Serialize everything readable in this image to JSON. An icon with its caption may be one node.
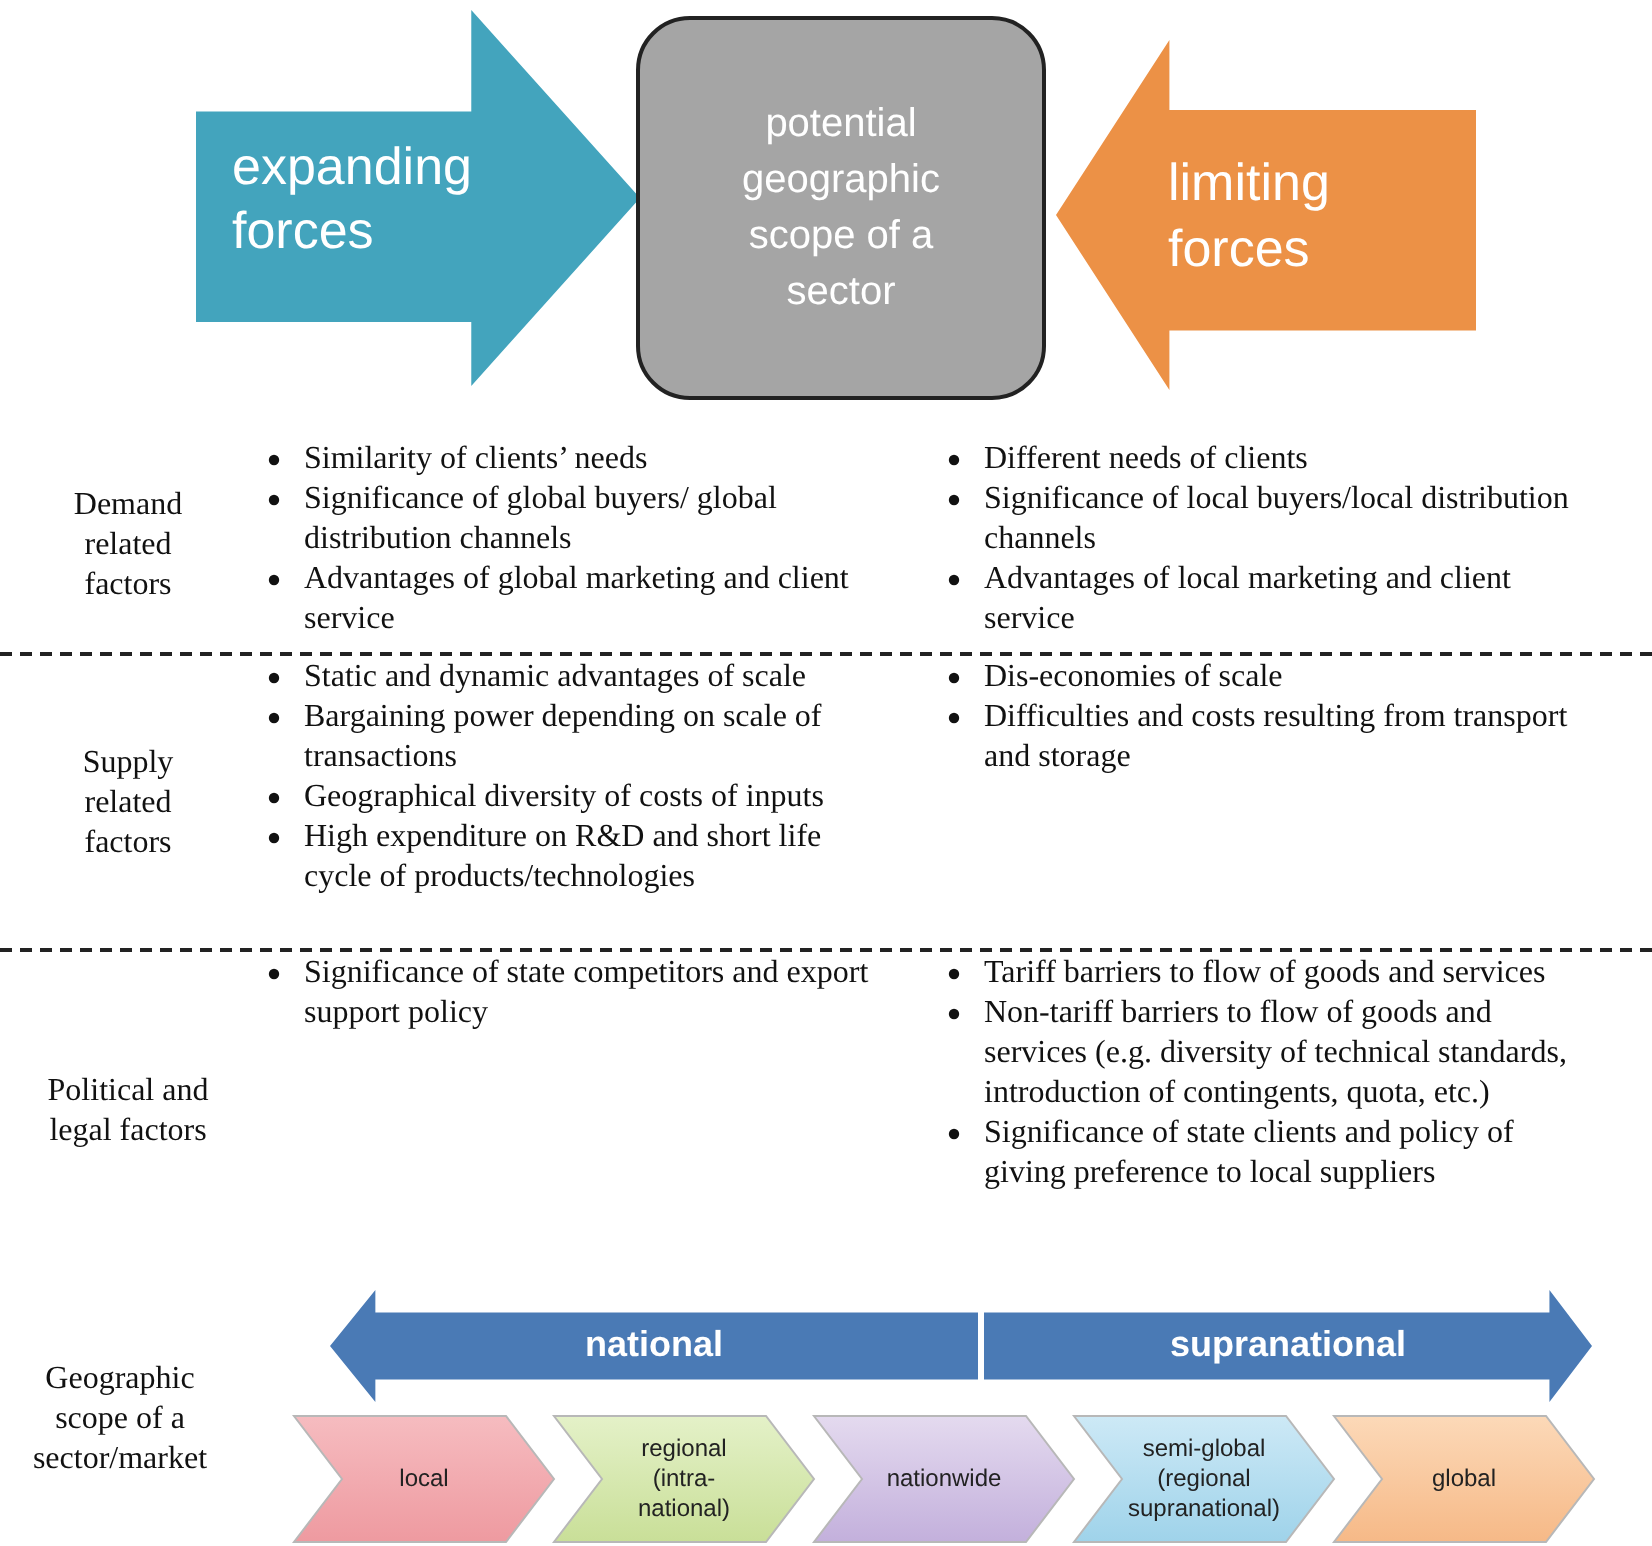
{
  "diagram": {
    "nodes": [
      {
        "text": [
          "expanding forces"
        ]
      },
      {
        "text": [
          "potential geographic scope of a sector"
        ]
      },
      {
        "text": [
          "limiting forces"
        ]
      },
      {
        "text": [
          "national"
        ]
      },
      {
        "text": [
          "supranational"
        ]
      },
      {
        "text": [
          "local"
        ]
      },
      {
        "text": [
          "regional (intra-national)"
        ]
      },
      {
        "text": [
          "nationwide"
        ]
      },
      {
        "text": [
          "semi-global (regional supranational)"
        ]
      },
      {
        "text": [
          "global"
        ]
      }
    ],
    "labels": [
      "Demand related factors",
      "Similarity of clients’ needs",
      "Significance of global buyers/ global distribution channels",
      "Advantages of global marketing and client service",
      "Different needs of clients",
      "Significance of local buyers/local distribution channels",
      "Advantages of local marketing and client service",
      "Supply related factors",
      "Static and dynamic advantages of scale",
      "Bargaining power depending on scale of transactions",
      "Geographical diversity of costs of inputs",
      "High expenditure on R&D and short life cycle of products/technologies",
      "Dis-economies of scale",
      "Difficulties and costs resulting from transport and storage",
      "Political and legal factors",
      "Significance of state competitors and export support policy",
      "Tariff barriers to flow of goods and services",
      "Non-tariff barriers to flow of goods and services (e.g. diversity of technical standards, introduction of contingents, quota, etc.)",
      "Significance of state clients and policy of giving preference to local suppliers",
      "Geographic scope of a sector/market"
    ]
  }
}
